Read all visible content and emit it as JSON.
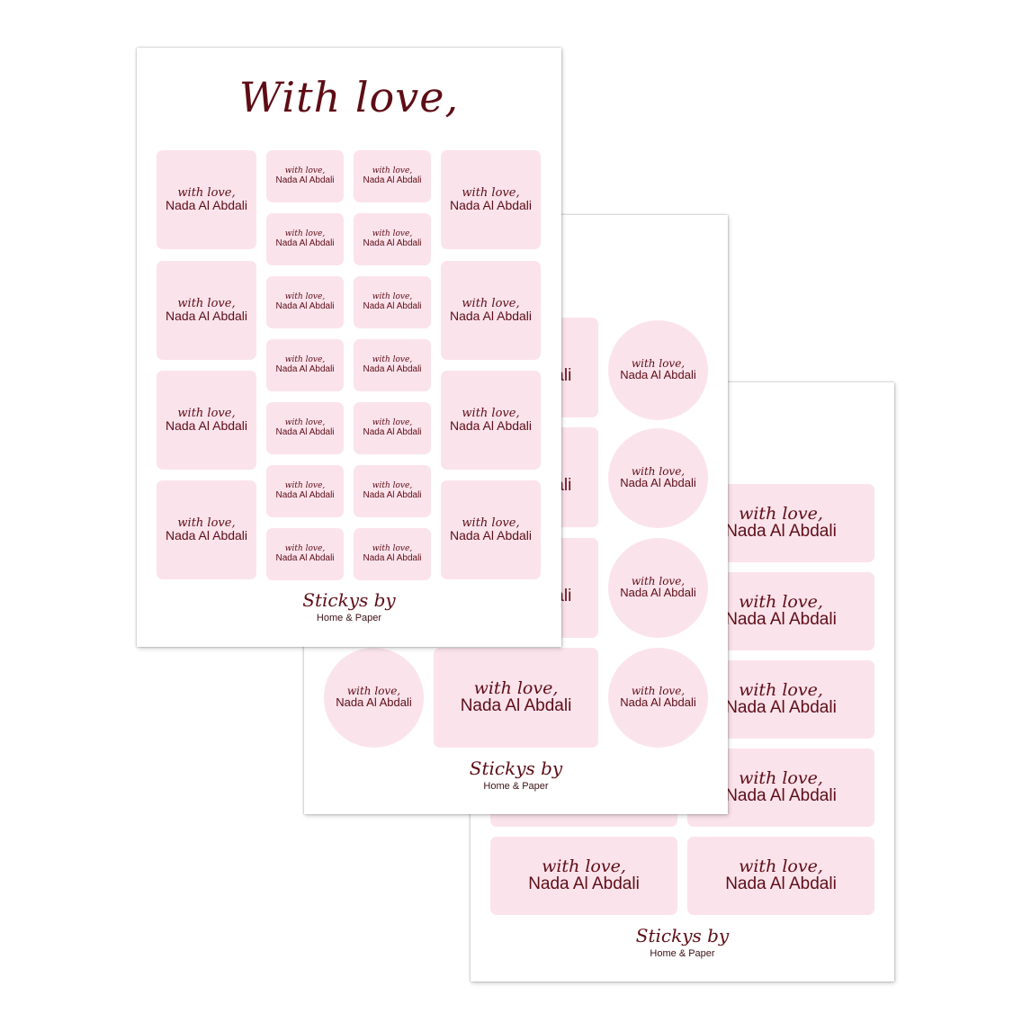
{
  "sheet_heading": "With love,",
  "sticker": {
    "script": "with love,",
    "name": "Nada Al Abdali"
  },
  "brand": {
    "script": "Stickys by",
    "line": "Home & Paper"
  },
  "colors": {
    "sticker_bg": "#fbe3ec",
    "ink": "#5e0d15",
    "page": "#ffffff"
  }
}
